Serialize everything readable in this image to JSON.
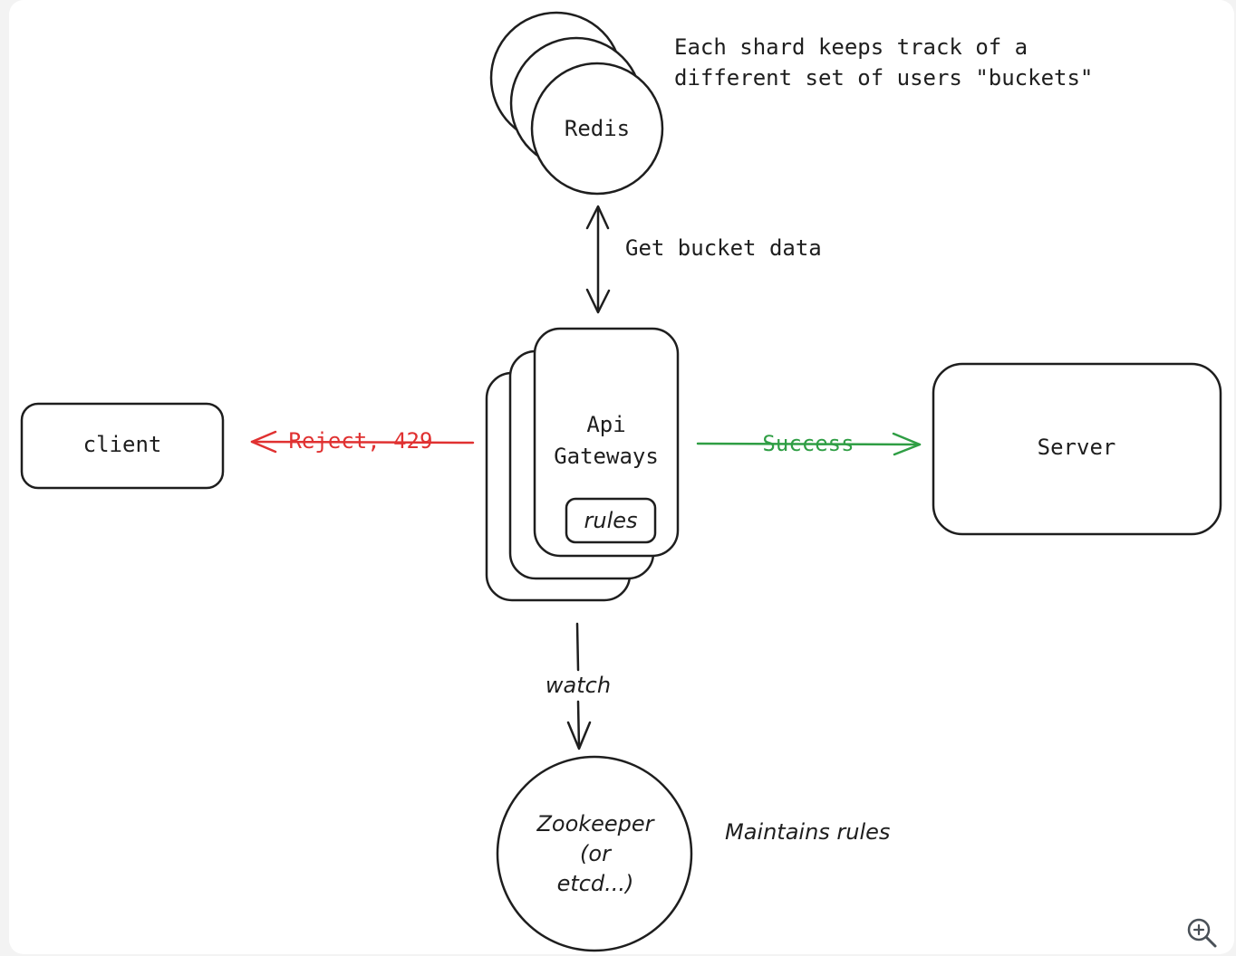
{
  "nodes": {
    "redis": {
      "label": "Redis"
    },
    "api_gateways": {
      "line1": "Api",
      "line2": "Gateways",
      "rules": "rules"
    },
    "client": {
      "label": "client"
    },
    "server": {
      "label": "Server"
    },
    "zookeeper": {
      "line1": "Zookeeper",
      "line2": "(or",
      "line3": "etcd...)"
    }
  },
  "annotations": {
    "redis_note_line1": "Each shard keeps track of a",
    "redis_note_line2": "different set of users \"buckets\"",
    "zookeeper_note": "Maintains rules"
  },
  "edges": {
    "gateway_redis": "Get bucket data",
    "gateway_client": "Reject, 429",
    "gateway_server": "Success",
    "gateway_zookeeper": "watch"
  },
  "colors": {
    "stroke": "#1e1e1e",
    "reject": "#e03131",
    "success": "#2f9e44"
  },
  "toolbar": {
    "zoom_icon": "zoom-in-icon"
  }
}
